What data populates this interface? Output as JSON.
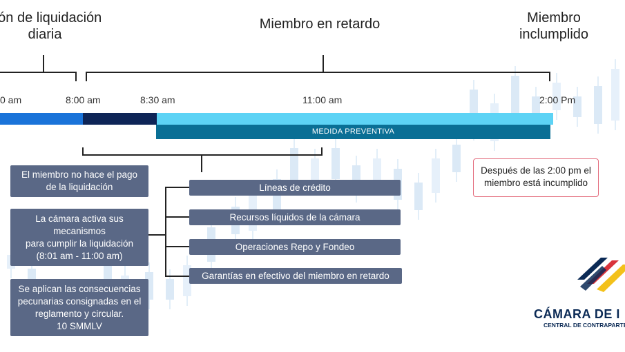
{
  "headers": {
    "settlement": "sión de liquidación\ndiaria",
    "late_member": "Miembro en retardo",
    "defaulted_member": "Miembro\ninclumplido"
  },
  "times": {
    "t1": "0 am",
    "t2": "8:00 am",
    "t3": "8:30 am",
    "t4": "11:00 am",
    "t5": "2:00 Pm"
  },
  "timeline": {
    "preventive_label": "MEDIDA PREVENTIVA"
  },
  "left_boxes": {
    "no_payment": "El miembro no hace el pago\nde la liquidación",
    "mechanisms": "La cámara activa sus\nmecanismos\npara cumplir la liquidación\n(8:01 am - 11:00 am)",
    "consequences": "Se aplican las consecuencias\npecunarias consignadas en el\nreglamento y circular.\n10 SMMLV"
  },
  "mechanisms_list": [
    "Líneas de crédito",
    "Recursos líquidos de la cámara",
    "Operaciones Repo y Fondeo",
    "Garantías en efectivo del miembro en retardo"
  ],
  "notice": {
    "text": "Después de las 2:00 pm el\nmiembro está incumplido"
  },
  "logo": {
    "title": "CÁMARA DE I",
    "subtitle": "CENTRAL DE CONTRAPARTE I"
  },
  "colors": {
    "blue_bright": "#1a73d9",
    "blue_dark": "#0e2557",
    "cyan": "#5dd3f5",
    "teal": "#0a6f95",
    "box": "#5a6886",
    "notice_border": "#e36b7c",
    "logo_red": "#d9343c",
    "logo_yellow": "#f3c11a",
    "logo_navy": "#0b2a55"
  }
}
